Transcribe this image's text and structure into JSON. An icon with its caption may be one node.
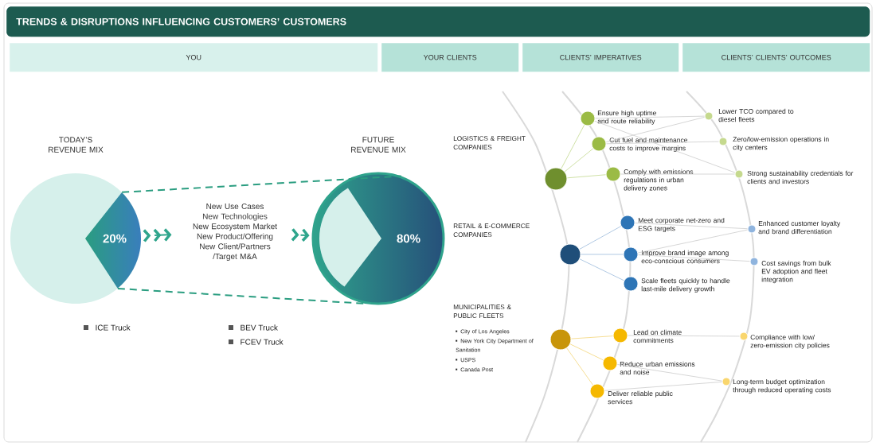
{
  "diagram": {
    "title": "TRENDS & DISRUPTIONS INFLUENCING CUSTOMERS’ CUSTOMERS",
    "nodes": [
      {
        "text": [
          "YOU"
        ]
      },
      {
        "text": [
          "YOUR CLIENTS"
        ]
      },
      {
        "text": [
          "CLIENTS’ IMPERATIVES"
        ]
      },
      {
        "text": [
          "CLIENTS’ CLIENTS’ OUTCOMES"
        ]
      },
      {
        "text": [
          "20%"
        ],
        "beside": [
          "TODAY’S REVENUE MIX"
        ]
      },
      {
        "text": [
          "New Use Cases",
          "New Technologies",
          "New Ecosystem Market",
          "New Product/Offering",
          "New Client/Partners /Target M&A"
        ]
      },
      {
        "text": [
          "80%"
        ],
        "beside": [
          "FUTURE REVENUE MIX"
        ]
      },
      {
        "text": [],
        "shape": "circle"
      },
      {
        "text": [],
        "shape": "circle",
        "beside": [
          "Ensure high uptime and route reliability"
        ]
      },
      {
        "text": [],
        "shape": "circle",
        "beside": [
          "Cut fuel and maintenance costs to improve margins"
        ]
      },
      {
        "text": [],
        "shape": "circle",
        "beside": [
          "Comply with emissions regulations in urban delivery zones"
        ]
      },
      {
        "text": [],
        "shape": "circle"
      },
      {
        "text": [],
        "shape": "circle",
        "beside": [
          "Meet corporate net-zero and ESG targets"
        ]
      },
      {
        "text": [],
        "shape": "circle",
        "beside": [
          "Improve brand image among eco-conscious consumers"
        ]
      },
      {
        "text": [],
        "shape": "circle",
        "beside": [
          "Scale fleets quickly to handle last-mile delivery growth"
        ]
      },
      {
        "text": [],
        "shape": "circle"
      },
      {
        "text": [],
        "shape": "circle",
        "beside": [
          "Lead on climate commitments"
        ]
      },
      {
        "text": [],
        "shape": "circle",
        "beside": [
          "Reduce urban emissions and noise"
        ]
      },
      {
        "text": [],
        "shape": "circle",
        "beside": [
          "Deliver reliable public services"
        ]
      },
      {
        "text": [],
        "shape": "circle",
        "beside": [
          "Lower TCO compared to diesel fleets"
        ]
      },
      {
        "text": [],
        "shape": "circle",
        "beside": [
          "Zero/low-emission operations in city centers"
        ]
      },
      {
        "text": [],
        "shape": "circle",
        "beside": [
          "Strong sustainability credentials for clients and investors"
        ]
      },
      {
        "text": [],
        "shape": "circle",
        "beside": [
          "Enhanced customer loyalty and brand differentiation"
        ]
      },
      {
        "text": [],
        "shape": "circle",
        "beside": [
          "Cost savings from bulk EV adoption and fleet integration"
        ]
      },
      {
        "text": [],
        "shape": "circle",
        "beside": [
          "Compliance with low/ zero-emission city policies"
        ]
      },
      {
        "text": [],
        "shape": "circle",
        "beside": [
          "Long-term budget optimization through reduced operating costs"
        ]
      }
    ],
    "edges": [
      {
        "from": 4,
        "to": 5,
        "arrow": "to",
        "style": "thick",
        "color": "#2fa58c"
      },
      {
        "from": 5,
        "to": 6,
        "arrow": "to",
        "style": "thick",
        "color": "#2fa58c"
      },
      {
        "from": 4,
        "to": 6,
        "arrow": "none",
        "style": "dashed",
        "color": "#2a9d80"
      },
      {
        "from": 4,
        "to": 6,
        "arrow": "none",
        "style": "dashed",
        "color": "#2a9d80"
      },
      {
        "from": 7,
        "to": 8,
        "arrow": "none",
        "color": "#c3d98f"
      },
      {
        "from": 7,
        "to": 9,
        "arrow": "none",
        "color": "#c3d98f"
      },
      {
        "from": 7,
        "to": 10,
        "arrow": "none",
        "color": "#c3d98f"
      },
      {
        "from": 11,
        "to": 12,
        "arrow": "none",
        "color": "#9dbbdc"
      },
      {
        "from": 11,
        "to": 13,
        "arrow": "none",
        "color": "#9dbbdc"
      },
      {
        "from": 11,
        "to": 14,
        "arrow": "none",
        "color": "#9dbbdc"
      },
      {
        "from": 15,
        "to": 16,
        "arrow": "none",
        "color": "#f4d57a"
      },
      {
        "from": 15,
        "to": 17,
        "arrow": "none",
        "color": "#f4d57a"
      },
      {
        "from": 15,
        "to": 18,
        "arrow": "none",
        "color": "#f4d57a"
      },
      {
        "from": 8,
        "to": 19,
        "arrow": "none"
      },
      {
        "from": 8,
        "to": 21,
        "arrow": "none"
      },
      {
        "from": 9,
        "to": 19,
        "arrow": "none"
      },
      {
        "from": 9,
        "to": 20,
        "arrow": "none"
      },
      {
        "from": 10,
        "to": 21,
        "arrow": "none"
      },
      {
        "from": 12,
        "to": 22,
        "arrow": "none"
      },
      {
        "from": 13,
        "to": 22,
        "arrow": "none"
      },
      {
        "from": 13,
        "to": 23,
        "arrow": "none"
      },
      {
        "from": 16,
        "to": 24,
        "arrow": "none"
      },
      {
        "from": 17,
        "to": 25,
        "arrow": "none"
      },
      {
        "from": 18,
        "to": 25,
        "arrow": "none"
      }
    ],
    "labels": [
      "LOGISTICS & FREIGHT COMPANIES",
      "RETAIL & E-COMMERCE COMPANIES",
      "MUNICIPALITIES & PUBLIC FLEETS",
      "City of Los Angeles",
      "New York City Department of Sanitation",
      "USPS",
      "Canada Post"
    ],
    "legend": [
      {
        "text": "ICE Truck"
      },
      {
        "text": "BEV Truck"
      },
      {
        "text": "FCEV Truck"
      }
    ]
  }
}
